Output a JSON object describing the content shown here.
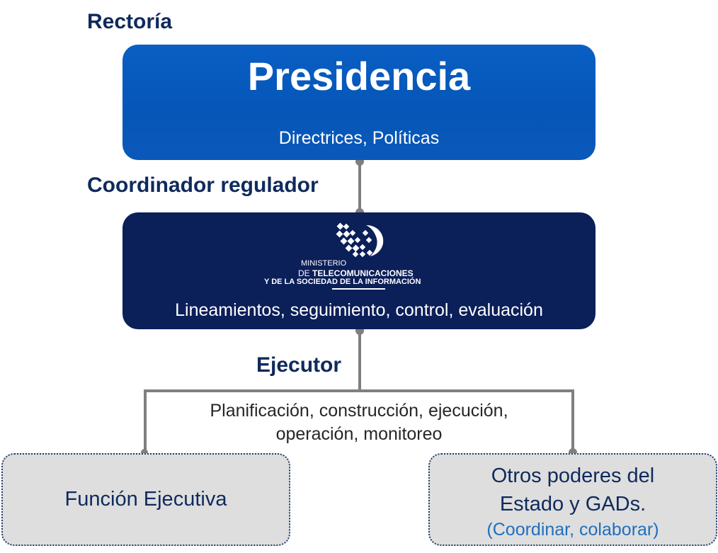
{
  "levels": {
    "rectoria": "Rectoría",
    "coordinador": "Coordinador regulador",
    "ejecutor": "Ejecutor"
  },
  "presidencia": {
    "title": "Presidencia",
    "subtitle": "Directrices, Políticas"
  },
  "ministerio": {
    "logo_line1": "MINISTERIO",
    "logo_line2_prefix": "DE ",
    "logo_line2_main": "TELECOMUNICACIONES",
    "logo_line3": "Y DE LA SOCIEDAD DE LA INFORMACIÓN",
    "subtitle": "Lineamientos, seguimiento, control, evaluación"
  },
  "ejecutor_tasks": {
    "line1": "Planificación, construcción, ejecución,",
    "line2": "operación, monitoreo"
  },
  "funcion_ejecutiva": {
    "label": "Función Ejecutiva"
  },
  "otros_poderes": {
    "line1": "Otros poderes del",
    "line2": "Estado y GADs.",
    "note": "(Coordinar, colaborar)"
  },
  "colors": {
    "heading": "#0f2a5c",
    "presidencia": "#0556b8",
    "ministerio": "#0b1f59",
    "gray_box": "#dedede",
    "connector": "#7f7f7f",
    "note": "#1f6fc0"
  }
}
